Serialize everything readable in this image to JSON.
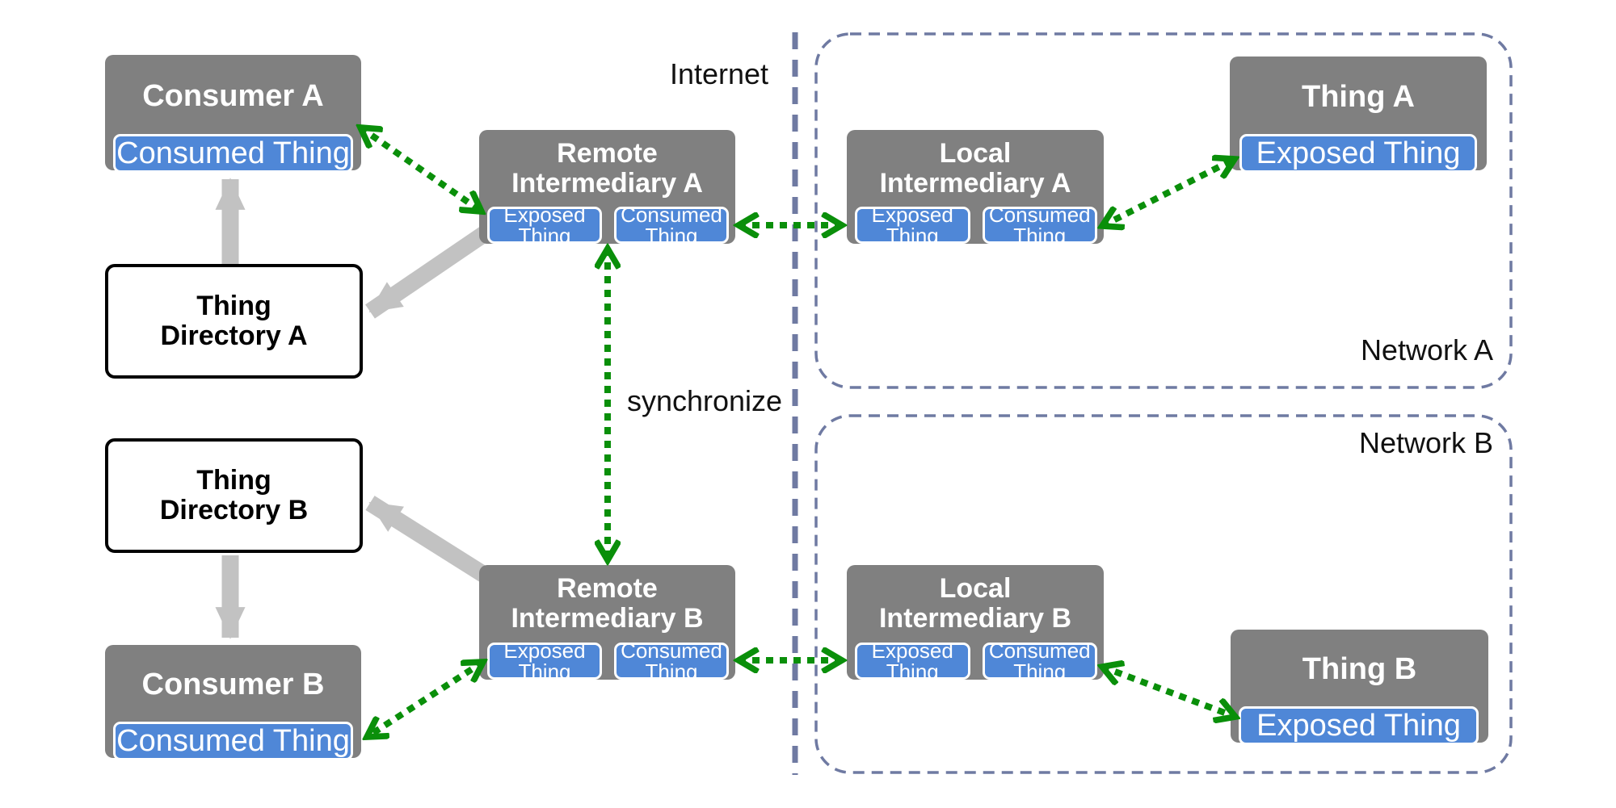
{
  "labels": {
    "internet": "Internet",
    "synchronize": "synchronize",
    "network_a": "Network A",
    "network_b": "Network B"
  },
  "nodes": {
    "consumer_a": {
      "title": "Consumer A",
      "port": "Consumed Thing"
    },
    "thing_directory_a": {
      "title": "Thing\nDirectory A"
    },
    "remote_intermediary_a": {
      "title": "Remote\nIntermediary A",
      "exposed_port": "Exposed\nThing",
      "consumed_port": "Consumed\nThing"
    },
    "local_intermediary_a": {
      "title": "Local\nIntermediary A",
      "exposed_port": "Exposed\nThing",
      "consumed_port": "Consumed\nThing"
    },
    "thing_a": {
      "title": "Thing A",
      "port": "Exposed Thing"
    },
    "thing_directory_b": {
      "title": "Thing\nDirectory B"
    },
    "remote_intermediary_b": {
      "title": "Remote\nIntermediary B",
      "exposed_port": "Exposed\nThing",
      "consumed_port": "Consumed\nThing"
    },
    "local_intermediary_b": {
      "title": "Local\nIntermediary B",
      "exposed_port": "Exposed\nThing",
      "consumed_port": "Consumed\nThing"
    },
    "consumer_b": {
      "title": "Consumer B",
      "port": "Consumed Thing"
    },
    "thing_b": {
      "title": "Thing B",
      "port": "Exposed Thing"
    }
  },
  "colors": {
    "node_gray": "#808080",
    "port_blue": "#4f87d7",
    "arrow_green": "#0a8f0a",
    "arrow_gray": "#c2c2c2",
    "network_border": "#6f7aa2",
    "directory_border": "#000000",
    "text_white": "#ffffff",
    "text_black": "#111111",
    "background": "#ffffff"
  }
}
